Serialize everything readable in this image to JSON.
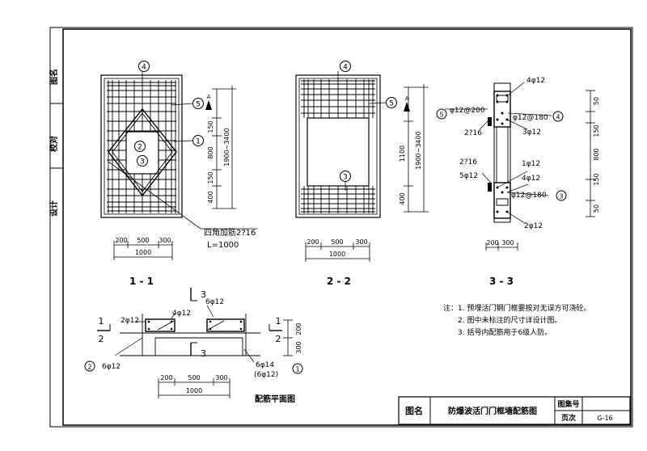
{
  "side_labels": {
    "name": "图名",
    "check": "校对",
    "design": "设计"
  },
  "view11": {
    "title": "1 - 1",
    "markers": [
      "4",
      "5",
      "1",
      "2",
      "3"
    ],
    "dims_v": [
      "150",
      "800",
      "150",
      "400"
    ],
    "dim_total": "1900~3400",
    "dim_letter": "A",
    "dims_bottom": [
      "200",
      "500",
      "300"
    ],
    "dim_bottom_total": "1000",
    "note_bar": "四角加筋2?16",
    "note_length": "L=1000"
  },
  "view22": {
    "title": "2 - 2",
    "markers": [
      "4",
      "5",
      "3"
    ],
    "dims_v": [
      "1100",
      "400"
    ],
    "dim_total": "1900~3400",
    "dim_letter": "A",
    "dims_bottom": [
      "200",
      "500",
      "300"
    ],
    "dim_bottom_total": "1000"
  },
  "view33": {
    "title": "3 - 3",
    "markers": [
      "5",
      "4",
      "3"
    ],
    "labels": [
      "4φ12",
      "φ12@200",
      "φ12@180",
      "2?16",
      "3φ12",
      "2?16",
      "1φ12",
      "5φ12",
      "4φ12",
      "φ12@180",
      "2φ12"
    ],
    "dims_v": [
      "50",
      "150",
      "800",
      "150",
      "50"
    ],
    "dims_bottom": [
      "200",
      "300"
    ]
  },
  "plan": {
    "title": "配筋平面图",
    "section_mark": "3",
    "section_12_top": "1",
    "section_12_bottom": "2",
    "labels": [
      "6φ12",
      "2φ12",
      "4φ12",
      "6φ12",
      "6φ14",
      "(6φ12)"
    ],
    "markers": [
      "2",
      "1"
    ],
    "dims_v": [
      "300",
      "200"
    ],
    "dims_bottom": [
      "200",
      "500",
      "300"
    ],
    "dim_bottom_total": "1000"
  },
  "notes": {
    "lead": "注：",
    "items": [
      "1. 预埋活门钢门框要按对无误方可浇砼。",
      "2. 图中未标注的尺寸详设计图。",
      "3. 括号内配筋用于6级人防。"
    ]
  },
  "title_block": {
    "label": "图名",
    "title": "防爆波活门门框墙配筋图",
    "atlas_label": "图集号",
    "page_label": "页次",
    "page_value": "G-16"
  }
}
